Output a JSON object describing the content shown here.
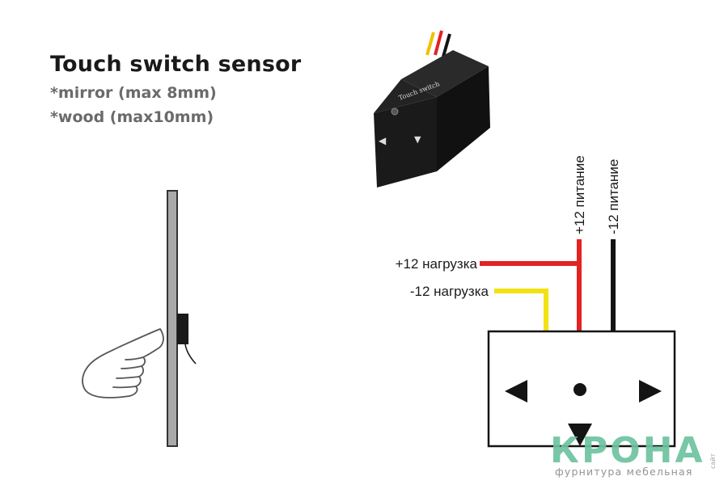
{
  "heading": {
    "title": "Touch switch sensor",
    "line1": "*mirror (max 8mm)",
    "line2": "*wood (max10mm)"
  },
  "module": {
    "label": "Touch switch"
  },
  "wires": {
    "plus_supply": "+12 питание",
    "minus_supply": "-12 питание",
    "plus_load": "+12 нагрузка",
    "minus_load": "-12 нагрузка"
  },
  "colors": {
    "red_wire": "#e32222",
    "yellow_wire": "#f2e212",
    "black_wire": "#141414",
    "logo_green": "#6dc3a0",
    "panel_gray": "#a9a9a9"
  },
  "logo": {
    "main": "КРОНА",
    "sub": "фурнитура мебельная",
    "vertical": "сайт"
  }
}
